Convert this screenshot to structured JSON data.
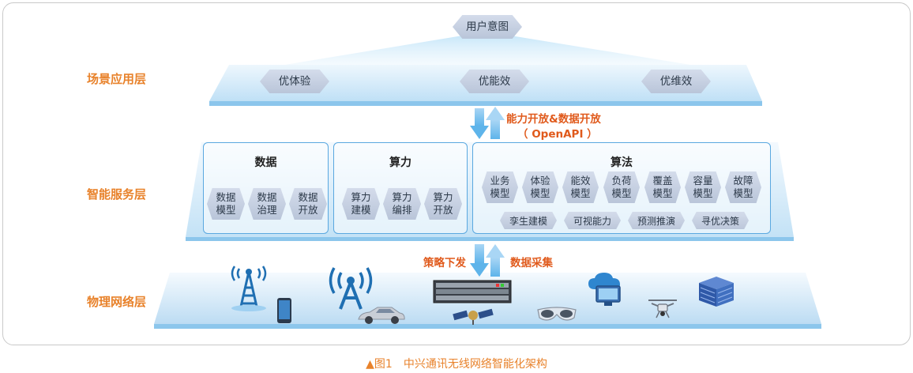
{
  "layers": {
    "scene": "场景应用层",
    "service": "智能服务层",
    "physical": "物理网络层"
  },
  "top": {
    "user_intent": "用户意图",
    "goals": [
      "优体验",
      "优能效",
      "优维效"
    ]
  },
  "annotations": {
    "upper_title": "能力开放&数据开放",
    "upper_sub": "（ OpenAPI ）",
    "lower_left": "策略下发",
    "lower_right": "数据采集"
  },
  "service_boxes": {
    "data": {
      "title": "数据",
      "items": [
        [
          "数据",
          "模型"
        ],
        [
          "数据",
          "治理"
        ],
        [
          "数据",
          "开放"
        ]
      ]
    },
    "compute": {
      "title": "算力",
      "items": [
        [
          "算力",
          "建模"
        ],
        [
          "算力",
          "编排"
        ],
        [
          "算力",
          "开放"
        ]
      ]
    },
    "algorithm": {
      "title": "算法",
      "models": [
        [
          "业务",
          "模型"
        ],
        [
          "体验",
          "模型"
        ],
        [
          "能效",
          "模型"
        ],
        [
          "负荷",
          "模型"
        ],
        [
          "覆盖",
          "模型"
        ],
        [
          "容量",
          "模型"
        ],
        [
          "故障",
          "模型"
        ]
      ],
      "capabilities": [
        "孪生建模",
        "可视能力",
        "预测推演",
        "寻优决策"
      ]
    }
  },
  "devices": [
    "cell-tower-icon",
    "smartphone-icon",
    "antenna-icon",
    "car-icon",
    "server-rack-icon",
    "satellite-icon",
    "vr-glasses-icon",
    "cloud-computer-icon",
    "drone-icon",
    "storage-cube-icon"
  ],
  "caption": "▲图1　中兴通讯无线网络智能化架构",
  "colors": {
    "label_orange": "#e8822b",
    "annot_red": "#e05a1c",
    "layer_blue": "#cfe6f7",
    "border_blue": "#5aa8e0"
  }
}
